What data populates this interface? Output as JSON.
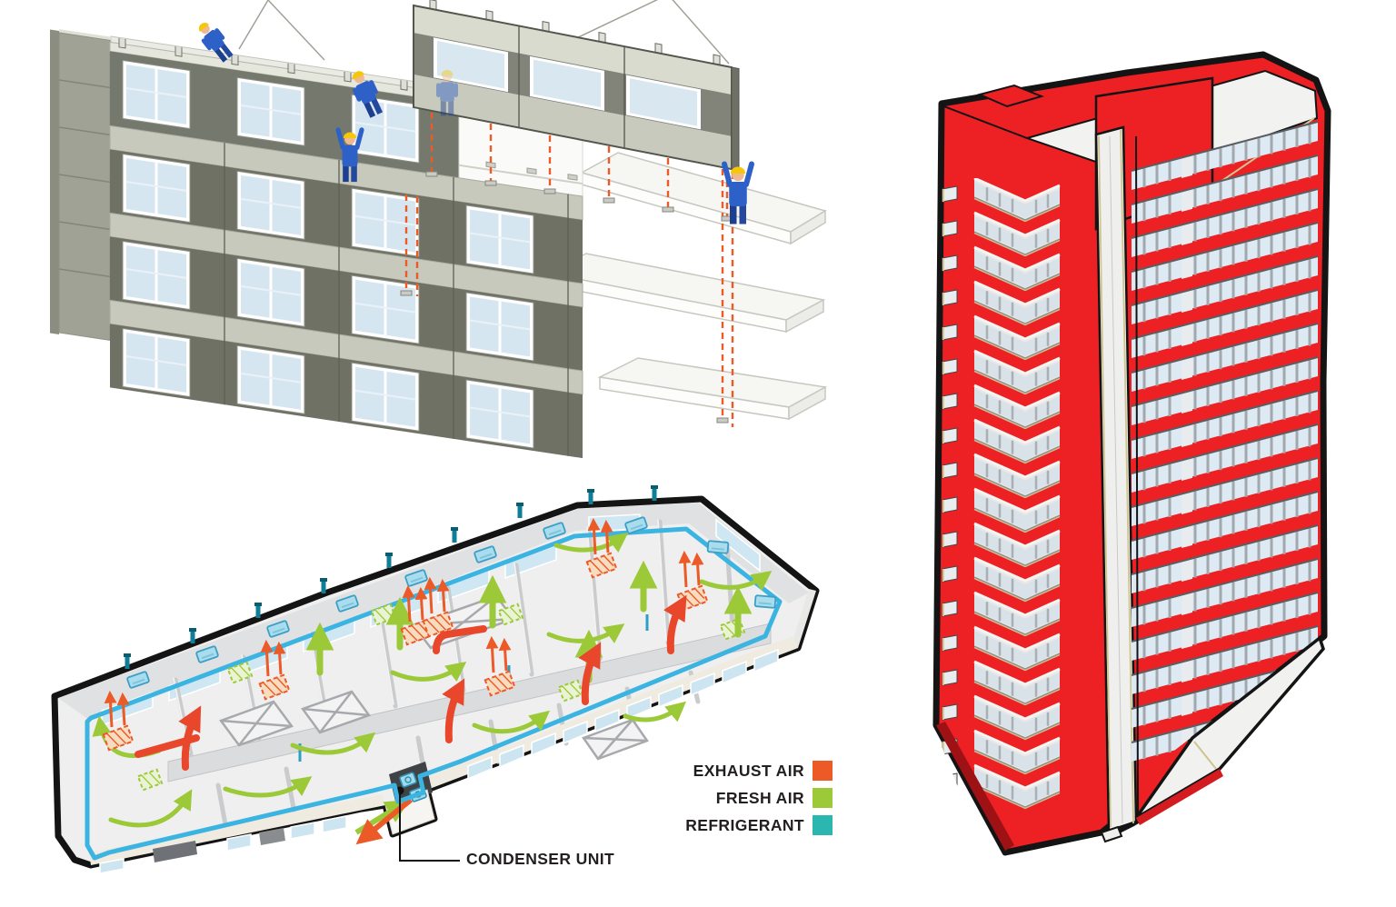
{
  "meta": {
    "background": "#ffffff"
  },
  "palette": {
    "exhaust_orange": "#EC5A28",
    "fresh_green": "#9CC938",
    "refrigerant_teal": "#2BB6B0",
    "loop_blue": "#3BB4E2",
    "tower_red": "#ED2024",
    "outline_black": "#141414",
    "facade_gray": "#ABAEA2",
    "spandrel_dark": "#6E7164",
    "glass_blue": "#D6E6F1",
    "text_black": "#231F20"
  },
  "legend": {
    "items": [
      {
        "id": "exhaust-air",
        "label": "EXHAUST AIR",
        "color": "#EC5A28"
      },
      {
        "id": "fresh-air",
        "label": "FRESH AIR",
        "color": "#9CC938"
      },
      {
        "id": "refrigerant",
        "label": "REFRIGERANT",
        "color": "#2BB6B0"
      }
    ]
  },
  "callouts": {
    "condenser_unit": {
      "label": "CONDENSER UNIT"
    }
  },
  "figures": {
    "panel_assembly": {
      "name": "prefab-facade-panel-installation-axonometric"
    },
    "floor_plan": {
      "name": "ventilation-airflow-floor-plan-axonometric"
    },
    "tower": {
      "name": "red-tower-axonometric"
    }
  }
}
